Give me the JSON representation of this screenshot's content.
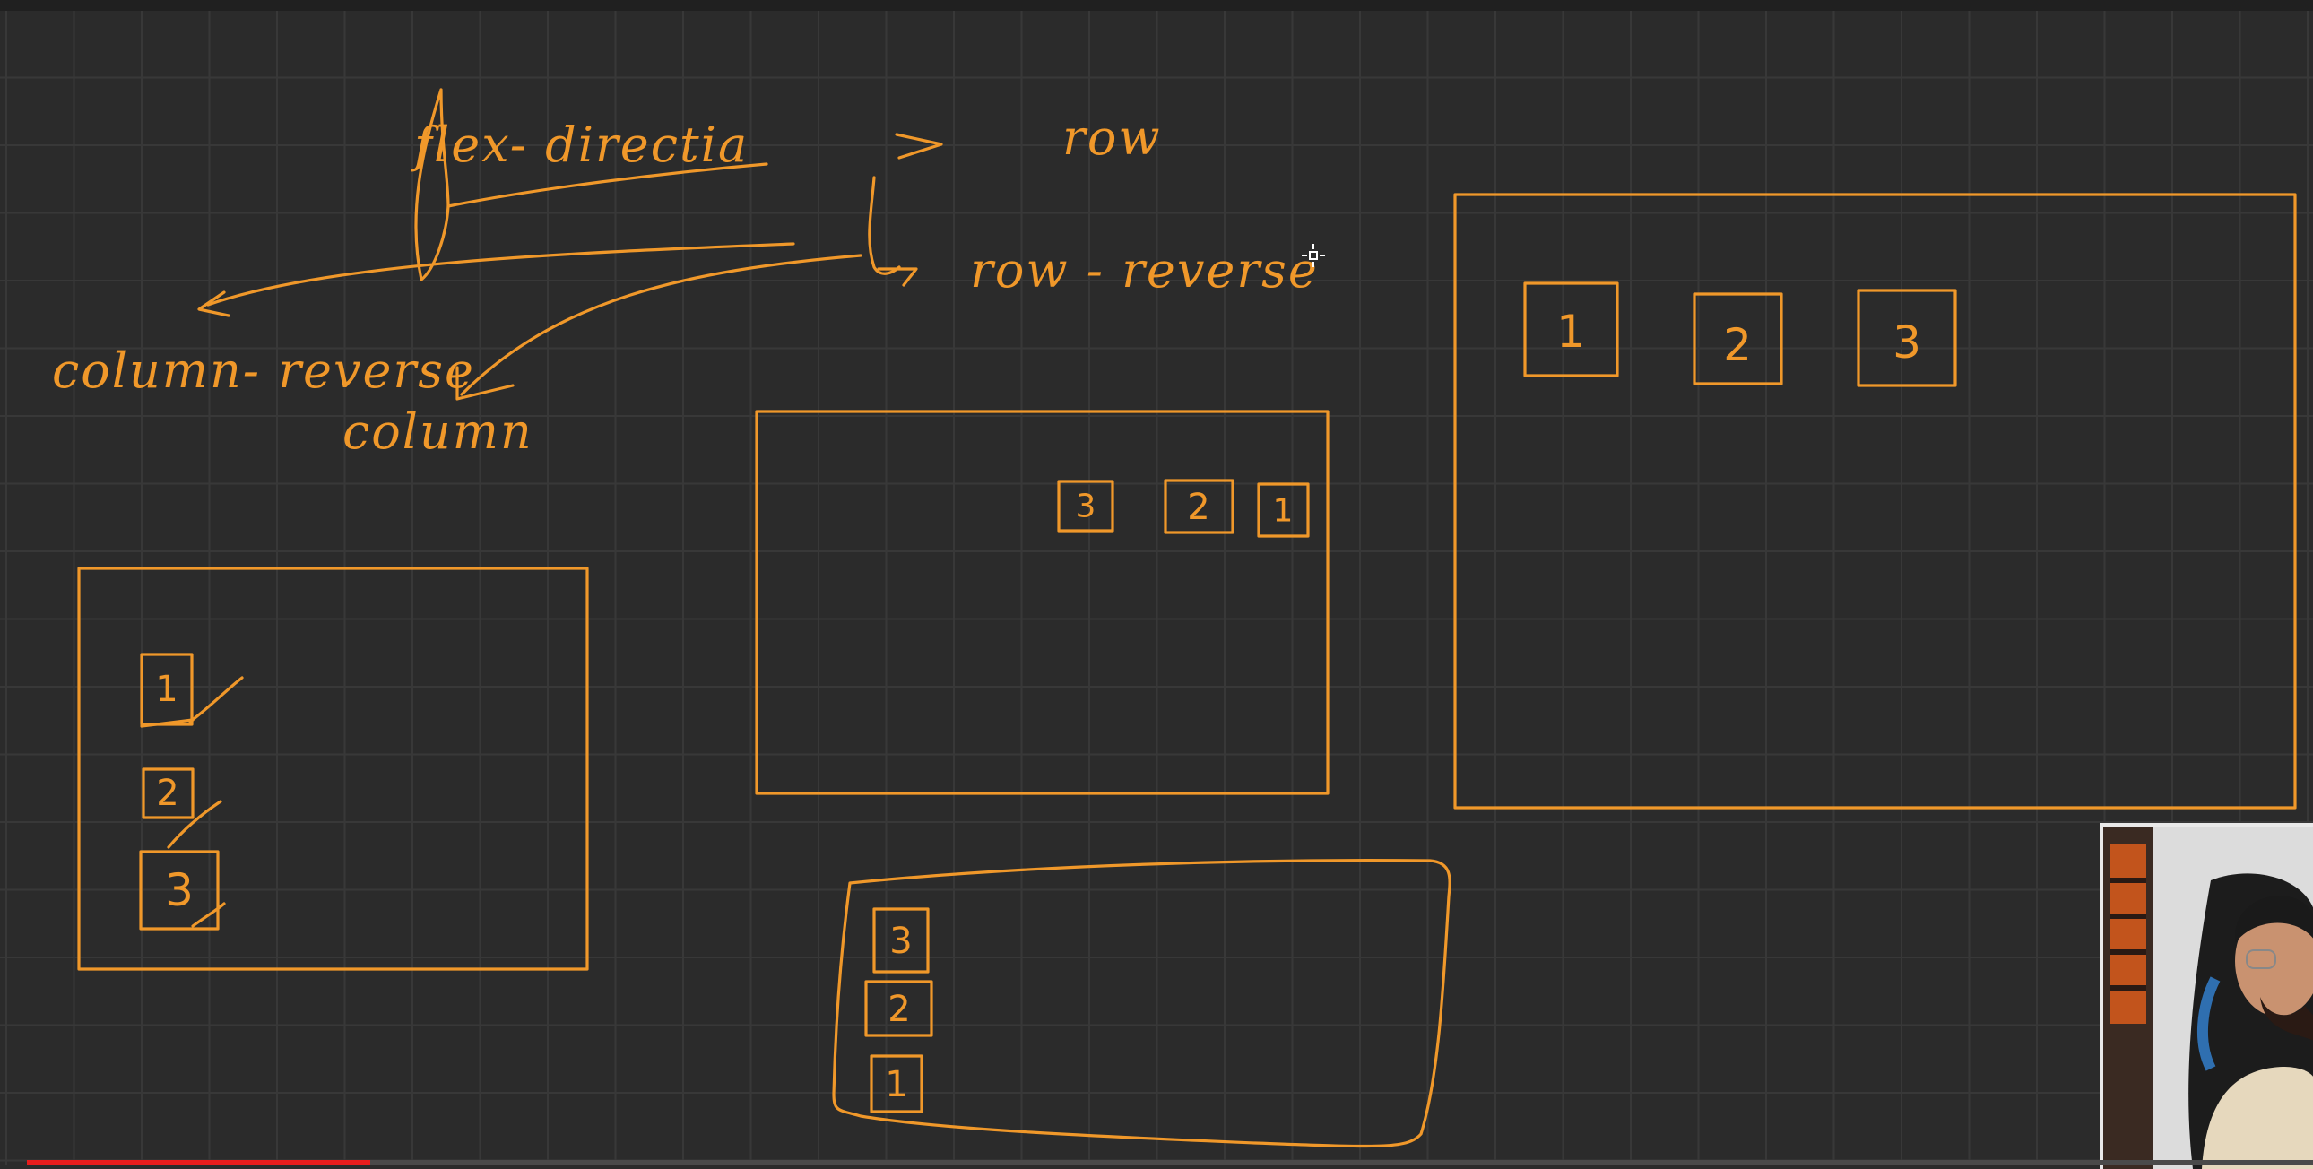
{
  "colors": {
    "ink": "#f0982a",
    "board_bg": "#2b2b2b",
    "grid": "#383838",
    "progress": "#e81c1c"
  },
  "notes": {
    "flex_direction": "flex- directia",
    "row": "row",
    "row_reverse": "row - reverse",
    "column_reverse": "column- reverse",
    "column": "column"
  },
  "boxes": {
    "column_reverse_demo": [
      "1",
      "2",
      "3"
    ],
    "row_reverse_demo": [
      "3",
      "2",
      "1"
    ],
    "row_demo": [
      "1",
      "2",
      "3"
    ],
    "column_demo": [
      "3",
      "2",
      "1"
    ]
  },
  "video": {
    "progress": 0.15
  },
  "icons": {
    "cursor": "move-cursor-icon",
    "webcam": "presenter-webcam"
  }
}
